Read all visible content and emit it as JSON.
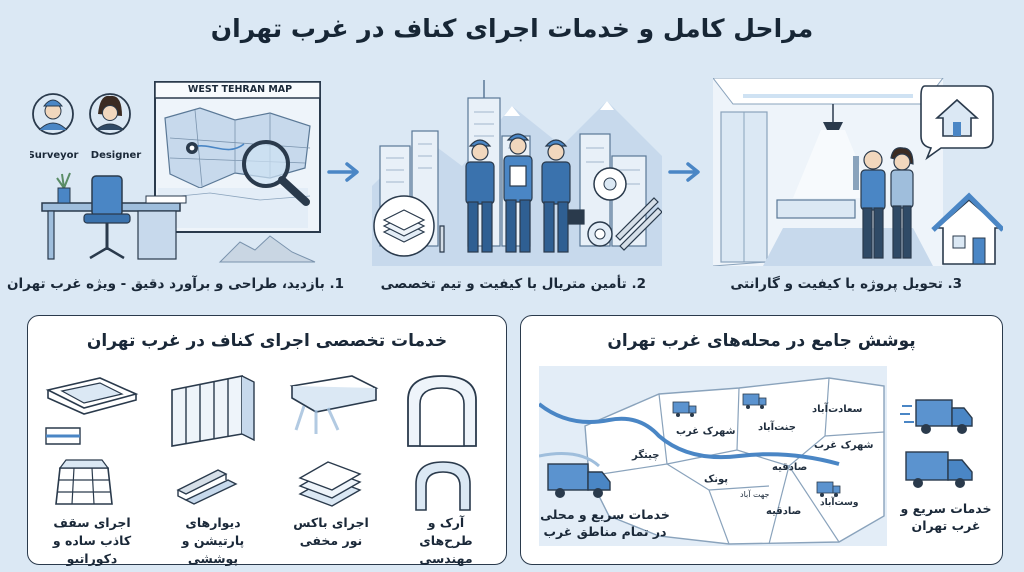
{
  "title": "مراحل کامل و خدمات اجرای کناف در غرب تهران",
  "steps": [
    {
      "label": "1. بازدید، طراحی و برآورد دقیق - ویژه غرب تهران",
      "map_title": "WEST TEHRAN MAP",
      "roles": [
        "Surveyor",
        "Designer"
      ]
    },
    {
      "label": "2. تأمین متریال با کیفیت و تیم تخصصی"
    },
    {
      "label": "3. تحویل پروژه با کیفیت و گارانتی"
    }
  ],
  "services": {
    "title": "خدمات تخصصی اجرای کناف در غرب تهران",
    "items": [
      {
        "label": "اجرای سقف کاذب ساده و دکوراتیو"
      },
      {
        "label": "دیوارهای پارتیشن و پوششی"
      },
      {
        "label": "اجرای باکس نور مخفی"
      },
      {
        "label": "آرک و طرح‌های مهندسی"
      }
    ]
  },
  "coverage": {
    "title": "پوشش جامع در محله‌های غرب تهران",
    "map_labels": [
      "سعادت‌آباد",
      "جنت‌آباد",
      "شهرک غرب",
      "شهرک غرب",
      "چیتگر",
      "صادقیه",
      "پونک",
      "جهت‌ آباد",
      "صادقیه",
      "وست‌آباد"
    ],
    "left_note": "خدمات سریع و محلی در تمام مناطق غرب",
    "right_note": "خدمات سریع و غرب تهران"
  },
  "colors": {
    "background": "#dbe8f4",
    "accent": "#4a86c5",
    "truck": "#5b93cf",
    "ink": "#1a2838"
  }
}
